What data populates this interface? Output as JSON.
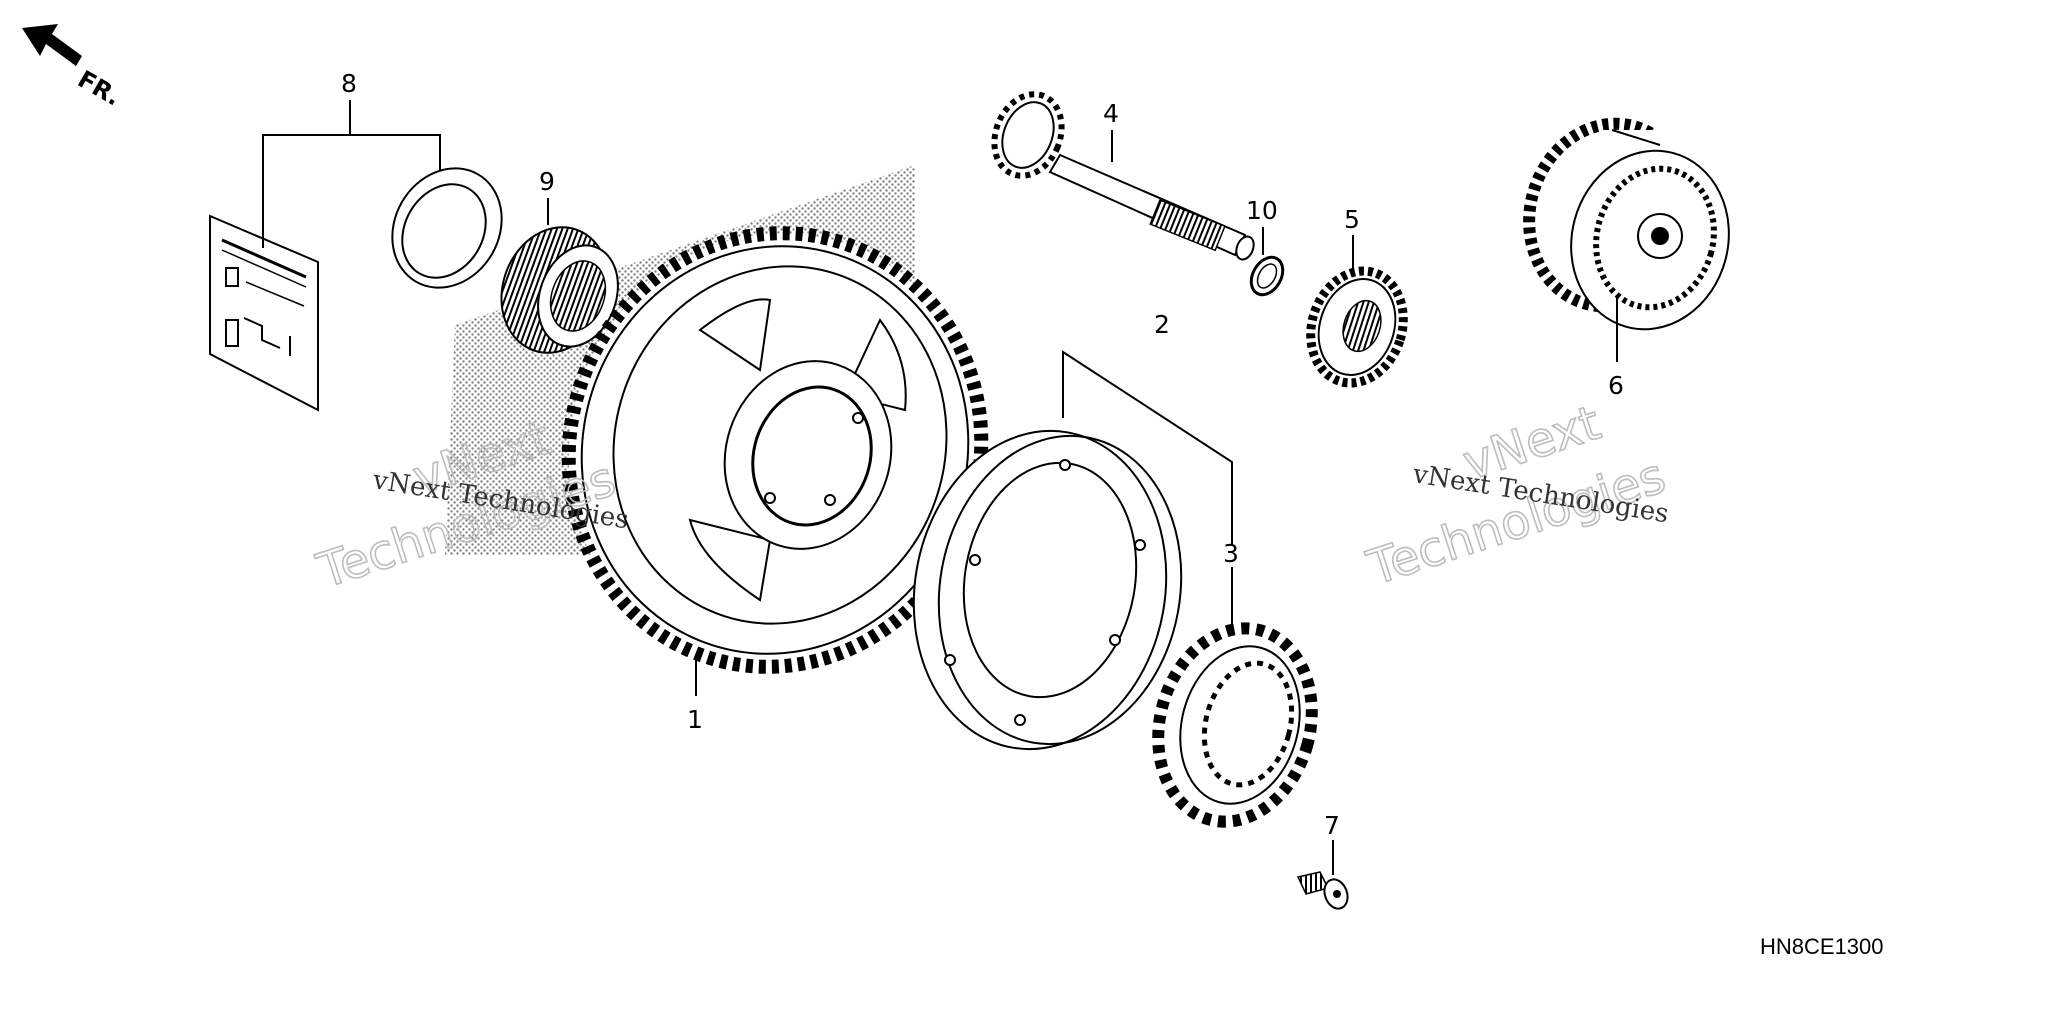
{
  "direction_label": "FR.",
  "diagram_code": "HN8CE1300",
  "watermark": {
    "line1": "vNext",
    "line2": "Technologies",
    "small": "vNext Technologies"
  },
  "callouts": [
    "1",
    "2",
    "3",
    "4",
    "5",
    "6",
    "7",
    "8",
    "9",
    "10"
  ],
  "colors": {
    "line": "#000000",
    "background": "#ffffff",
    "watermark": "#bdbdbd"
  }
}
